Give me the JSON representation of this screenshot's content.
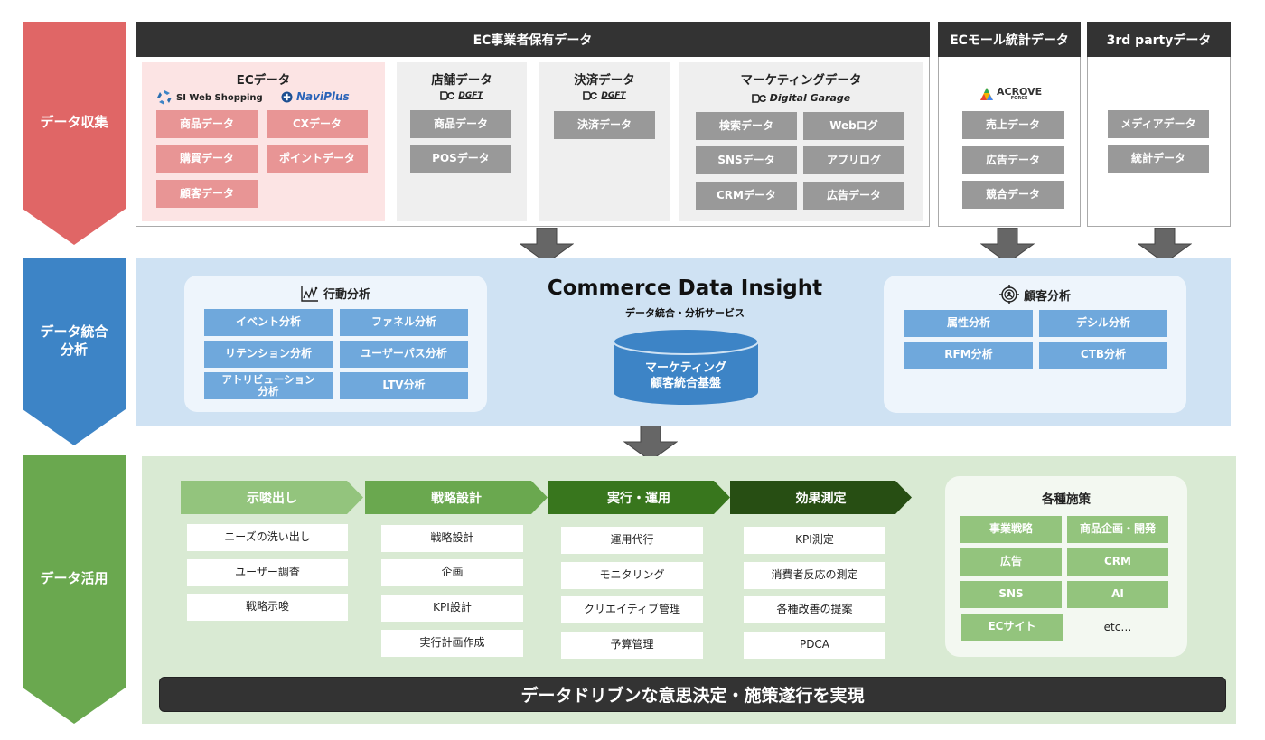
{
  "stages": {
    "collect": "データ収集",
    "integrate": [
      "データ統合",
      "分析"
    ],
    "utilize": "データ活用"
  },
  "collection": {
    "ec_owner": {
      "header": "EC事業者保有データ",
      "ec": {
        "title": "ECデータ",
        "logos": [
          "SI Web Shopping",
          "NaviPlus"
        ],
        "items": [
          "商品データ",
          "CXデータ",
          "購買データ",
          "ポイントデータ",
          "顧客データ"
        ]
      },
      "store": {
        "title": "店舗データ",
        "logo": "DGFT",
        "items": [
          "商品データ",
          "POSデータ"
        ]
      },
      "payment": {
        "title": "決済データ",
        "logo": "DGFT",
        "items": [
          "決済データ"
        ]
      },
      "marketing": {
        "title": "マーケティングデータ",
        "logo": "Digital Garage",
        "items": [
          "検索データ",
          "Webログ",
          "SNSデータ",
          "アプリログ",
          "CRMデータ",
          "広告データ"
        ]
      }
    },
    "ec_mall": {
      "header": "ECモール統計データ",
      "logo": "ACROVE",
      "logo_sub": "FORCE",
      "items": [
        "売上データ",
        "広告データ",
        "競合データ"
      ]
    },
    "third_party": {
      "header": "3rd partyデータ",
      "items": [
        "メディアデータ",
        "統計データ"
      ]
    }
  },
  "integration": {
    "behavior": {
      "title": "行動分析",
      "icon": "line-chart-icon",
      "items": [
        "イベント分析",
        "ファネル分析",
        "リテンション分析",
        "ユーザーパス分析",
        "アトリビューション\n分析",
        "LTV分析"
      ]
    },
    "center": {
      "title": "Commerce Data Insight",
      "subtitle": "データ統合・分析サービス",
      "db_label": [
        "マーケティング",
        "顧客統合基盤"
      ]
    },
    "customer": {
      "title": "顧客分析",
      "icon": "target-user-icon",
      "items": [
        "属性分析",
        "デシル分析",
        "RFM分析",
        "CTB分析"
      ]
    }
  },
  "utilization": {
    "steps": [
      {
        "label": "示唆出し",
        "color": "#93c47d",
        "items": [
          "ニーズの洗い出し",
          "ユーザー調査",
          "戦略示唆"
        ]
      },
      {
        "label": "戦略設計",
        "color": "#6aa84f",
        "items": [
          "戦略設計",
          "企画",
          "KPI設計",
          "実行計画作成"
        ]
      },
      {
        "label": "実行・運用",
        "color": "#38761d",
        "items": [
          "運用代行",
          "モニタリング",
          "クリエイティブ管理",
          "予算管理"
        ]
      },
      {
        "label": "効果測定",
        "color": "#274e13",
        "items": [
          "KPI測定",
          "消費者反応の測定",
          "各種改善の提案",
          "PDCA"
        ]
      }
    ],
    "measures": {
      "title": "各種施策",
      "items": [
        "事業戦略",
        "商品企画・開発",
        "広告",
        "CRM",
        "SNS",
        "AI",
        "ECサイト"
      ],
      "etc": "etc…"
    },
    "banner": "データドリブンな意思決定・施策遂行を実現"
  },
  "colors": {
    "collect": "#e06666",
    "integrate": "#3d84c6",
    "utilize": "#6aa84f",
    "header_dark": "#333333"
  }
}
